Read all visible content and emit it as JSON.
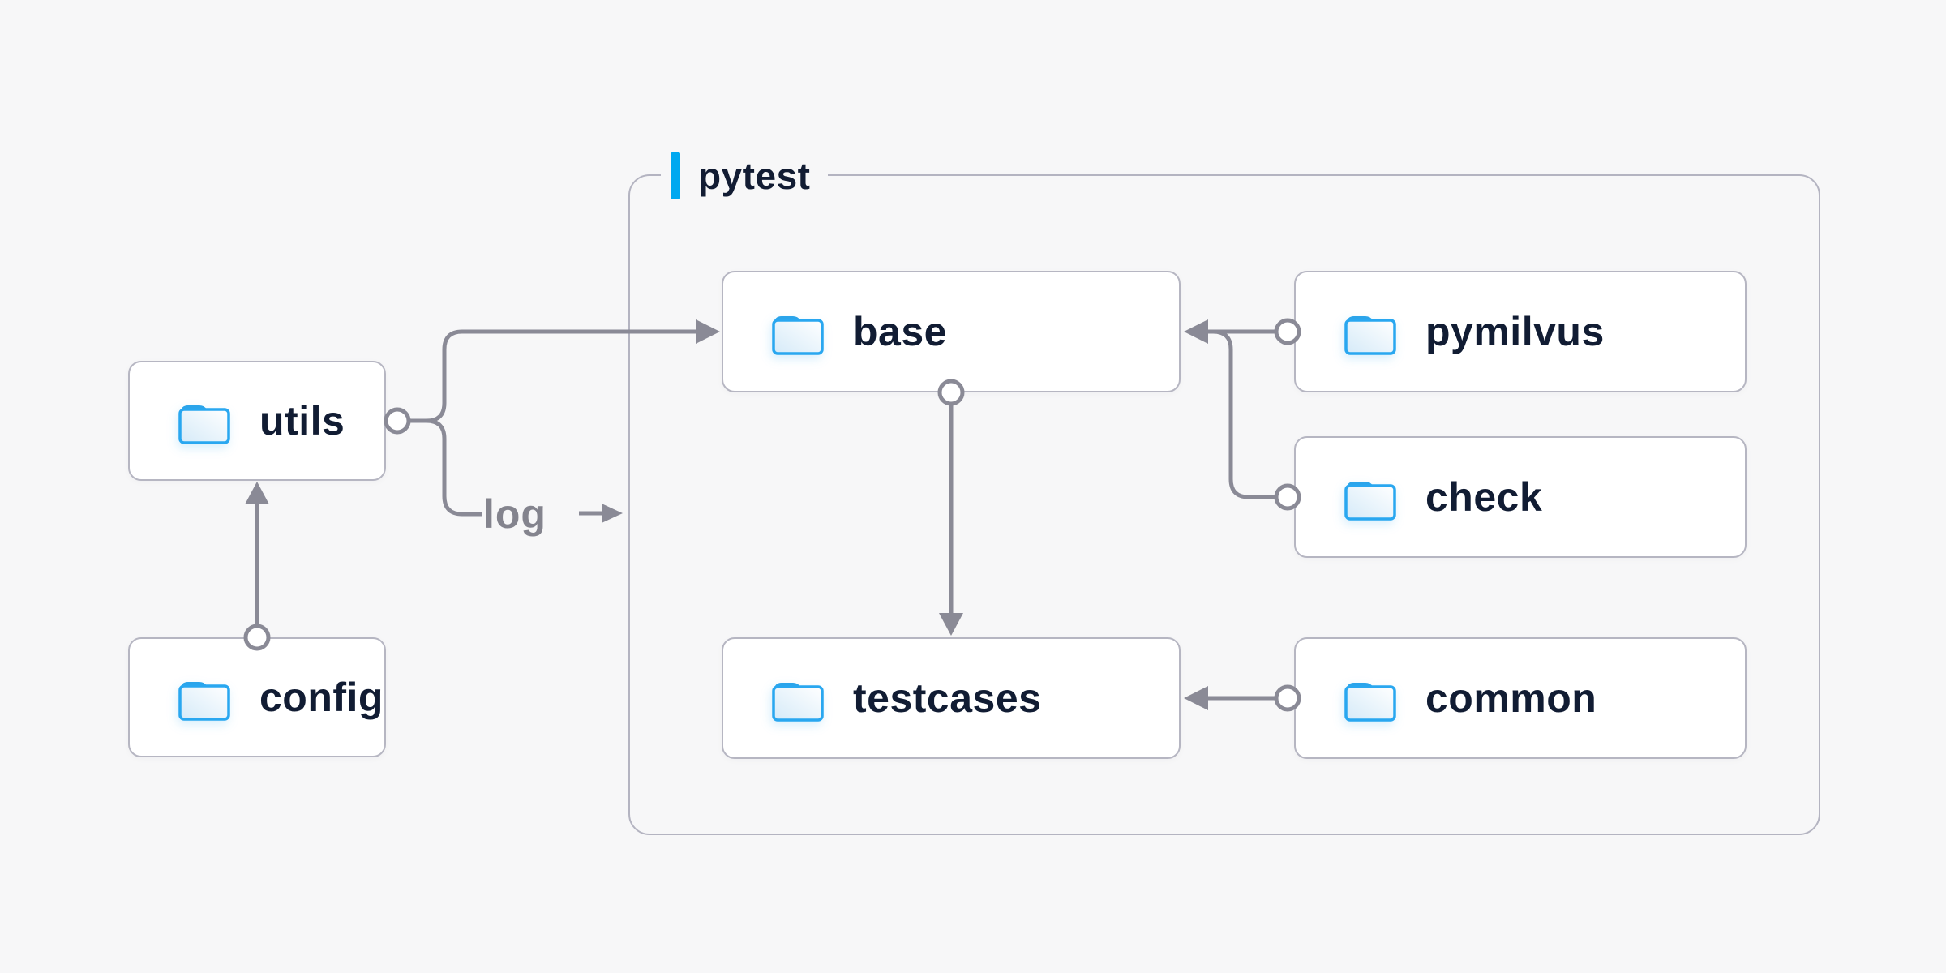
{
  "diagram": {
    "group": {
      "label": "pytest"
    },
    "nodes": [
      {
        "id": "utils",
        "label": "utils",
        "icon": "folder-icon"
      },
      {
        "id": "config",
        "label": "config",
        "icon": "folder-icon"
      },
      {
        "id": "base",
        "label": "base",
        "icon": "folder-icon"
      },
      {
        "id": "pymilvus",
        "label": "pymilvus",
        "icon": "folder-icon"
      },
      {
        "id": "check",
        "label": "check",
        "icon": "folder-icon"
      },
      {
        "id": "testcases",
        "label": "testcases",
        "icon": "folder-icon"
      },
      {
        "id": "common",
        "label": "common",
        "icon": "folder-icon"
      }
    ],
    "edges": [
      {
        "from": "utils",
        "to": "base",
        "label": ""
      },
      {
        "from": "utils",
        "to": "pytest-group",
        "label": "log"
      },
      {
        "from": "config",
        "to": "utils",
        "label": ""
      },
      {
        "from": "base",
        "to": "testcases",
        "label": ""
      },
      {
        "from": "pymilvus",
        "to": "base",
        "label": ""
      },
      {
        "from": "check",
        "to": "base",
        "label": ""
      },
      {
        "from": "common",
        "to": "testcases",
        "label": ""
      }
    ],
    "edge_labels": {
      "log": "log"
    },
    "colors": {
      "background": "#f7f7f8",
      "node_background": "#ffffff",
      "node_border": "#b6b6c2",
      "group_border": "#b4b4c1",
      "text": "#111c33",
      "edge": "#8a8a96",
      "accent": "#00a8f0",
      "folder_outline": "#29a7f0",
      "folder_tab": "#2ba4ea",
      "folder_fill_light": "#ffffff",
      "folder_fill_shade": "#d5eaf8"
    }
  }
}
